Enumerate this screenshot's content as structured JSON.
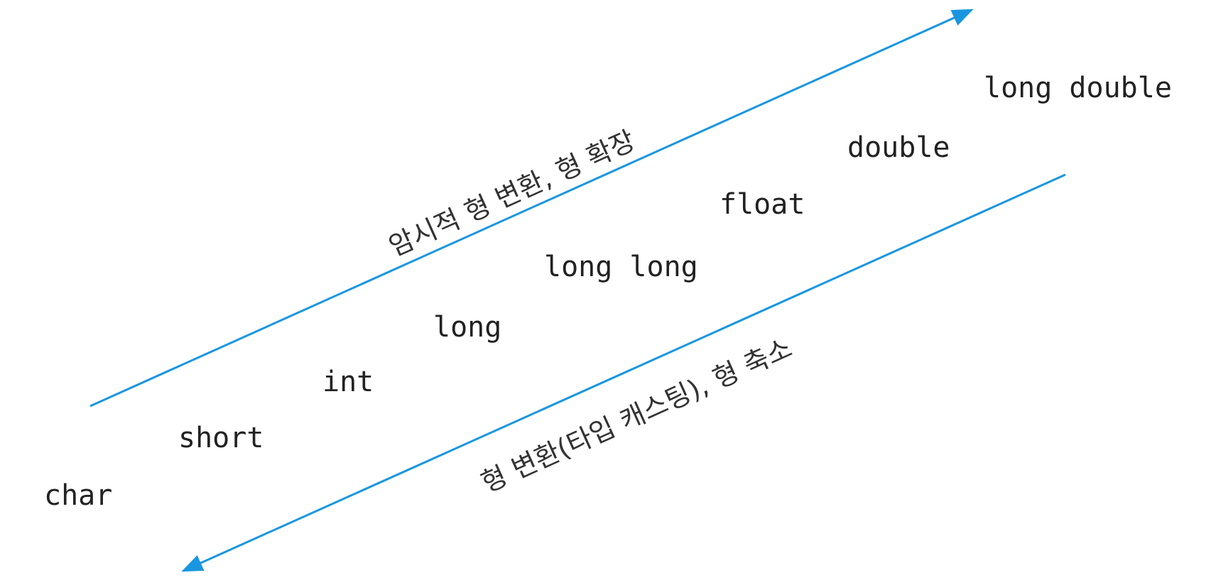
{
  "diagram": {
    "arrow_color": "#1a96e0",
    "types": [
      "char",
      "short",
      "int",
      "long",
      "long long",
      "float",
      "double",
      "long double"
    ],
    "upper_arrow": {
      "direction": "up-right",
      "caption": "암시적 형 변환, 형 확장"
    },
    "lower_arrow": {
      "direction": "down-left",
      "caption": "형 변환(타입 캐스팅), 형 축소"
    }
  }
}
